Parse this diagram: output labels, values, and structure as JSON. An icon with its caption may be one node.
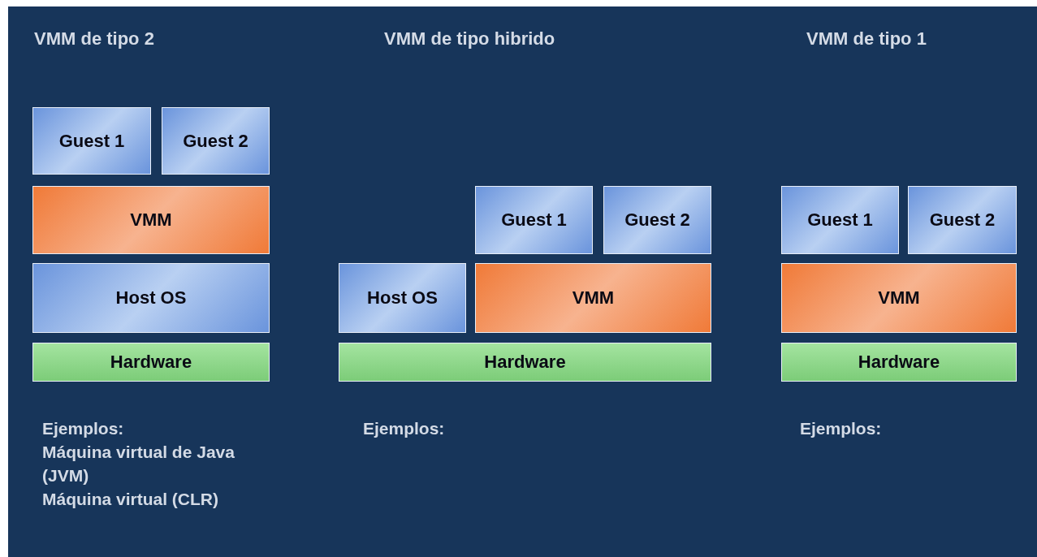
{
  "diagram": {
    "nodes": [
      {
        "text": [
          "Guest 1"
        ]
      },
      {
        "text": [
          "Guest 2"
        ]
      },
      {
        "text": [
          "VMM"
        ]
      },
      {
        "text": [
          "Host OS"
        ]
      },
      {
        "text": [
          "Hardware"
        ]
      },
      {
        "text": [
          "Guest 1"
        ]
      },
      {
        "text": [
          "Guest 2"
        ]
      },
      {
        "text": [
          "Host OS"
        ]
      },
      {
        "text": [
          "VMM"
        ]
      },
      {
        "text": [
          "Hardware"
        ]
      },
      {
        "text": [
          "Guest 1"
        ]
      },
      {
        "text": [
          "Guest 2"
        ]
      },
      {
        "text": [
          "VMM"
        ]
      },
      {
        "text": [
          "Hardware"
        ]
      }
    ],
    "labels": [
      "VMM de tipo 2",
      "VMM de tipo hibrido",
      "VMM de tipo 1",
      "Ejemplos:",
      "Máquina virtual de Java (JVM)",
      "Máquina virtual (CLR)",
      "Ejemplos:",
      "Ejemplos:"
    ]
  }
}
